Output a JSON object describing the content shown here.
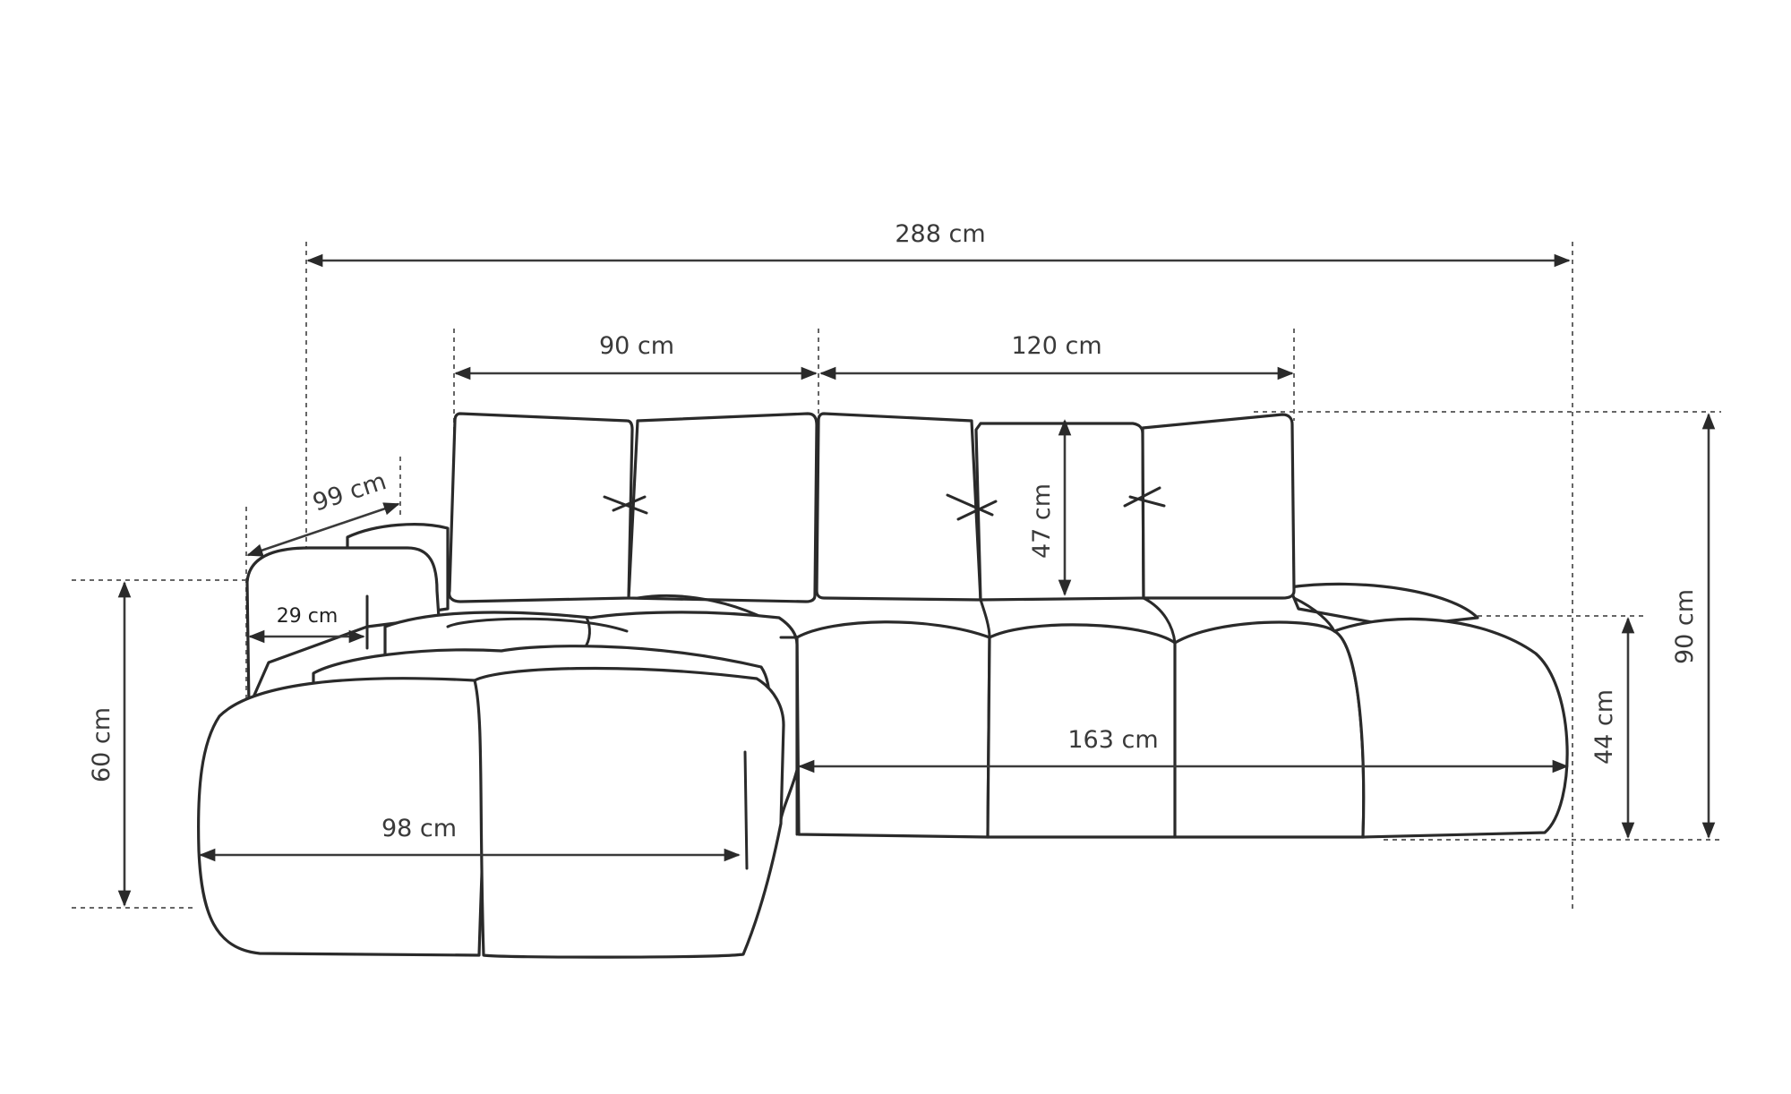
{
  "diagram": {
    "subject": "Modular corner sofa with chaise (left) — dimension drawing",
    "unit": "cm",
    "line_color": "#2a2a2a",
    "dimension_color": "#3a3a3a",
    "background": "#ffffff"
  },
  "dimensions": {
    "total_width": {
      "label": "288 cm",
      "value": 288
    },
    "back_left_width": {
      "label": "90 cm",
      "value": 90
    },
    "back_right_width": {
      "label": "120 cm",
      "value": 120
    },
    "backrest_height": {
      "label": "47 cm",
      "value": 47
    },
    "total_height": {
      "label": "90 cm",
      "value": 90
    },
    "seat_height": {
      "label": "44 cm",
      "value": 44
    },
    "seat_width": {
      "label": "163 cm",
      "value": 163
    },
    "chaise_width": {
      "label": "98 cm",
      "value": 98
    },
    "chaise_depth_height": {
      "label": "60 cm",
      "value": 60
    },
    "armrest_depth": {
      "label": "99 cm",
      "value": 99
    },
    "armrest_width": {
      "label": "29 cm",
      "value": 29
    }
  }
}
